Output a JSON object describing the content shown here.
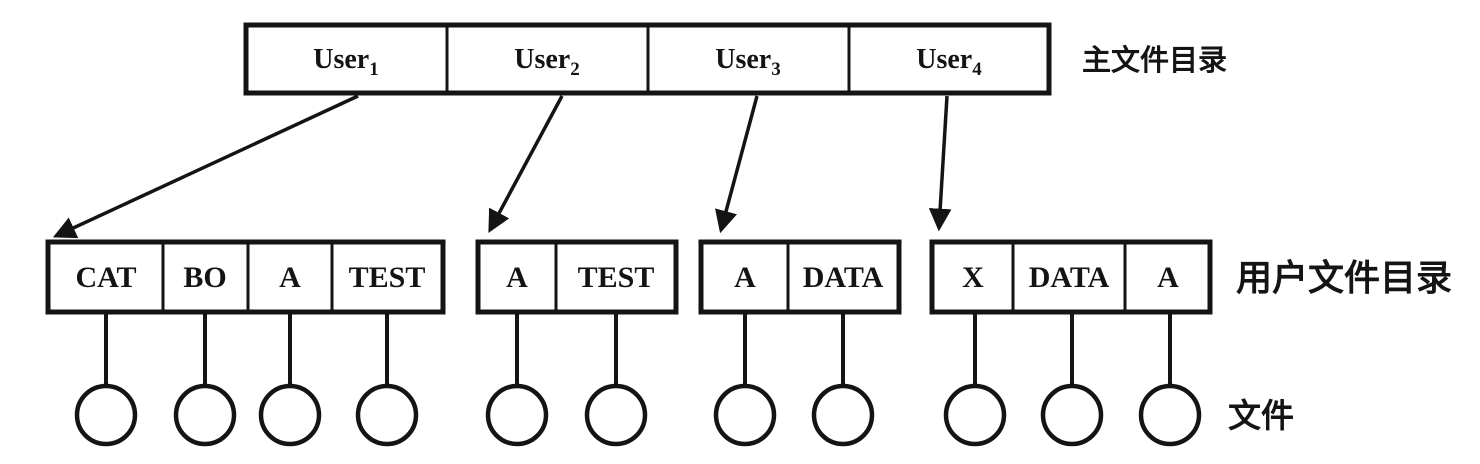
{
  "labels": {
    "master_directory": "主文件目录",
    "user_directory": "用户文件目录",
    "file": "文件"
  },
  "master_directory": {
    "entries": [
      {
        "name": "User",
        "sub": "1"
      },
      {
        "name": "User",
        "sub": "2"
      },
      {
        "name": "User",
        "sub": "3"
      },
      {
        "name": "User",
        "sub": "4"
      }
    ]
  },
  "user_directories": [
    {
      "entries": [
        "CAT",
        "BO",
        "A",
        "TEST"
      ],
      "files": 4
    },
    {
      "entries": [
        "A",
        "TEST"
      ],
      "files": 2
    },
    {
      "entries": [
        "A",
        "DATA"
      ],
      "files": 2
    },
    {
      "entries": [
        "X",
        "DATA",
        "A"
      ],
      "files": 3
    }
  ],
  "colors": {
    "ink": "#141414",
    "background": "#ffffff"
  }
}
